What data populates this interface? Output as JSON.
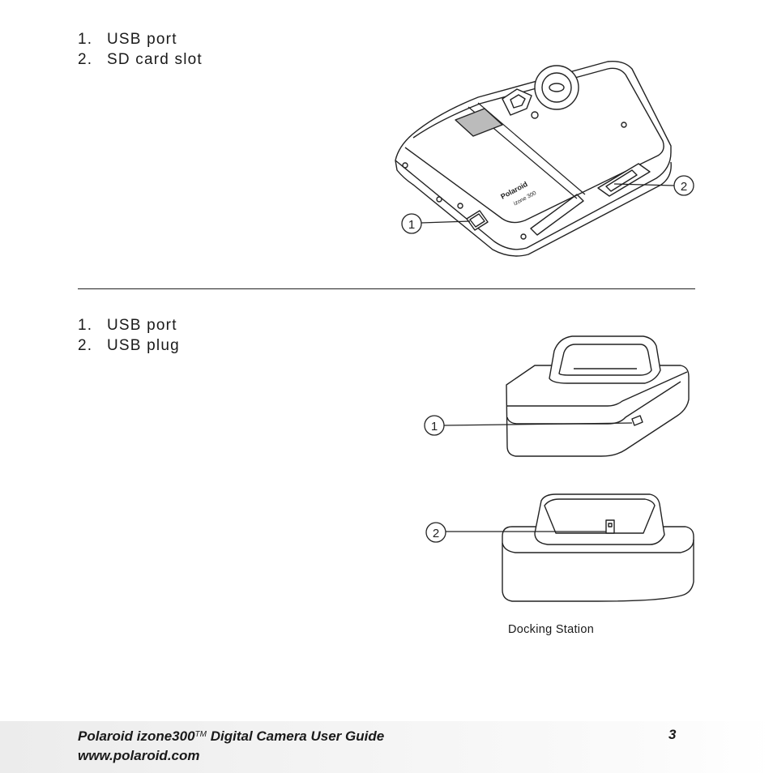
{
  "section_top": {
    "items": [
      {
        "num": "1.",
        "label": "USB port"
      },
      {
        "num": "2.",
        "label": "SD card slot"
      }
    ],
    "figure": {
      "callouts": [
        "1",
        "2"
      ],
      "brand": "Polaroid",
      "model": "izone 300"
    }
  },
  "section_bottom": {
    "items": [
      {
        "num": "1.",
        "label": "USB port"
      },
      {
        "num": "2.",
        "label": "USB plug"
      }
    ],
    "figure": {
      "callouts": [
        "1",
        "2"
      ],
      "caption": "Docking Station"
    }
  },
  "footer": {
    "title": "Polaroid izone300",
    "tm": "TM",
    "title_suffix": " Digital Camera User Guide",
    "url": "www.polaroid.com",
    "page_number": "3"
  }
}
